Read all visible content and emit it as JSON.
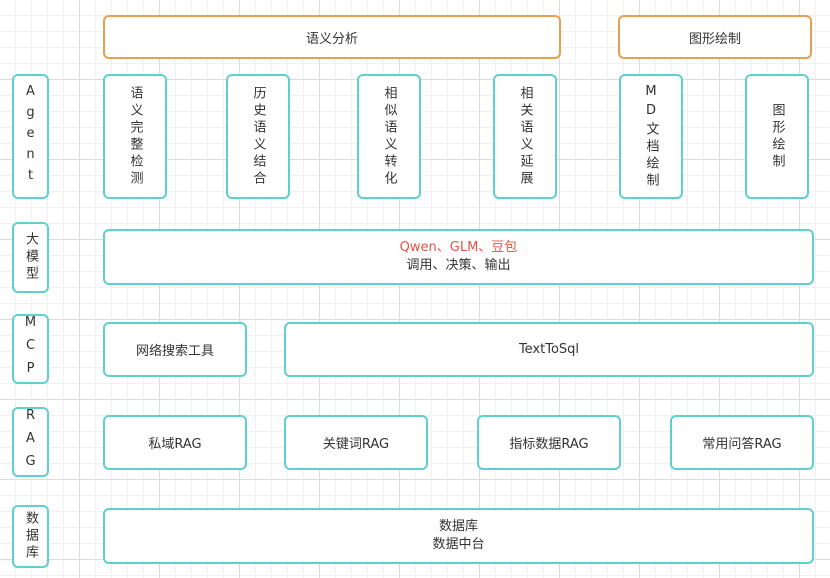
{
  "top": {
    "semantic_analysis": "语义分析",
    "chart_drawing": "图形绘制"
  },
  "layers": {
    "agent": "Agent",
    "llm": "大模型",
    "mcp": "MCP",
    "rag": "RAG",
    "db": "数据库"
  },
  "agents": [
    "语义完整检测",
    "历史语义结合",
    "相似语义转化",
    "相关语义延展",
    "MD文档绘制",
    "图形绘制"
  ],
  "llm": {
    "models": "Qwen、GLM、豆包",
    "desc": "调用、决策、输出"
  },
  "mcp": {
    "web_search": "网络搜索工具",
    "text_to_sql": "TextToSql"
  },
  "rag": [
    "私域RAG",
    "关键词RAG",
    "指标数据RAG",
    "常用问答RAG"
  ],
  "db": {
    "line1": "数据库",
    "line2": "数据中台"
  },
  "colors": {
    "box_border": "#5fcfd0",
    "top_border": "#e8a04f",
    "model_text": "#e05545"
  }
}
